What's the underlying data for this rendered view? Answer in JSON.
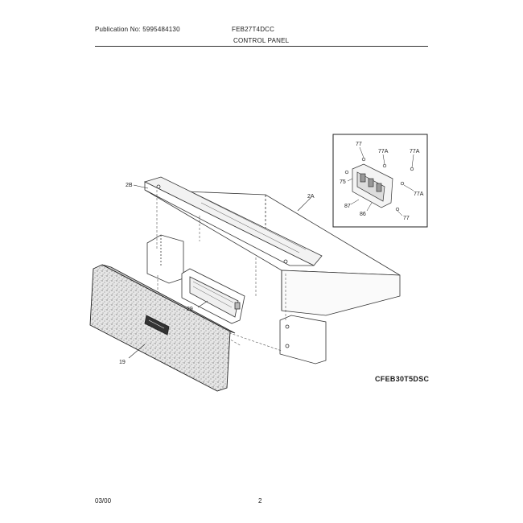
{
  "header": {
    "publication": "Publication No: 5995484130",
    "model": "FEB27T4DCC",
    "section_title": "CONTROL PANEL"
  },
  "reference_code": "CFEB30T5DSC",
  "callouts": {
    "hood": "2B",
    "top_panel": "2A",
    "control_board": "29",
    "front_panel": "19"
  },
  "inset_callouts": {
    "screw_top": "77",
    "screw_mid": "77A",
    "screw_right": "77A",
    "clip_right": "77A",
    "left_label": "75",
    "part_87": "87",
    "part_86": "86",
    "screw_bottom": "77"
  },
  "footer": {
    "date": "03/00",
    "page": "2"
  }
}
